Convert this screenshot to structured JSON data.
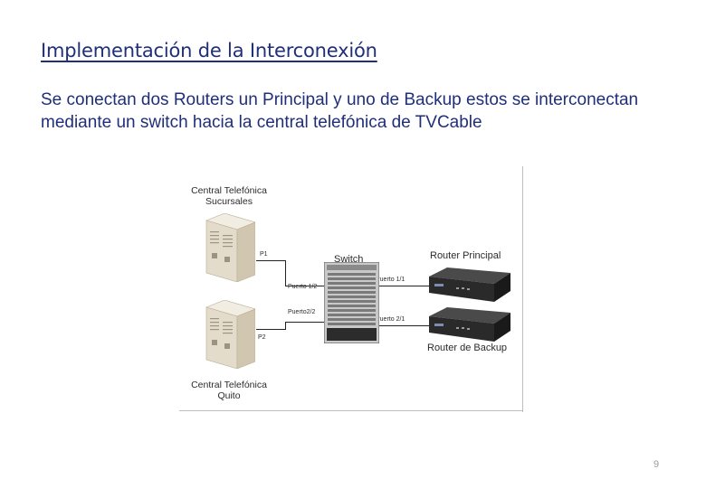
{
  "slide": {
    "title": "Implementación de la Interconexión",
    "body": "Se conectan dos Routers un Principal y uno de Backup estos se interconectan mediante un switch hacia la central telefónica de TVCable",
    "page_number": "9"
  },
  "diagram": {
    "central_sucursales_line1": "Central Telefónica",
    "central_sucursales_line2": "Sucursales",
    "central_quito_line1": "Central Telefónica",
    "central_quito_line2": "Quito",
    "switch_label": "Switch",
    "router_principal_label": "Router Principal",
    "router_backup_label": "Router de Backup",
    "p1": "P1",
    "p2": "P2",
    "puerto_1_2": "Puerto 1/2",
    "puerto_2_2": "Puerto2/2",
    "puerto_1_1": "Puerto 1/1",
    "puerto_2_1": "Puerto 2/1"
  },
  "colors": {
    "title_text": "#1f2f7a",
    "server_body": "#e4dccb",
    "router_body": "#2a2a2a"
  }
}
